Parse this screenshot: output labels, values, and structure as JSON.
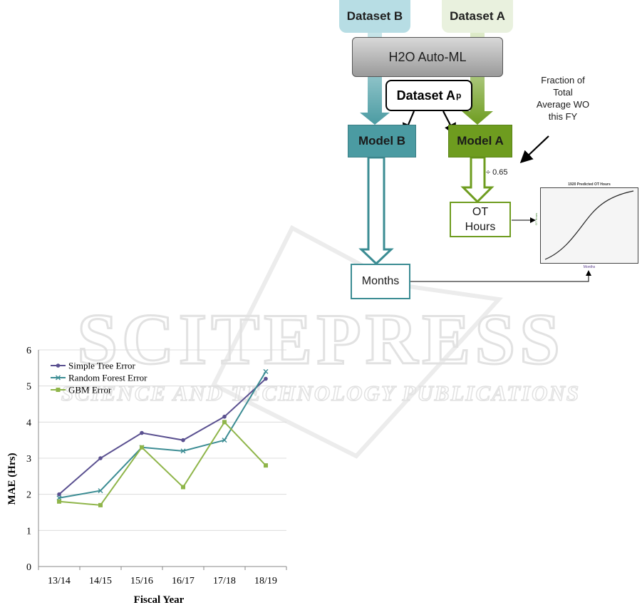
{
  "flow": {
    "dataset_b": "Dataset B",
    "dataset_a": "Dataset A",
    "automl": "H2O Auto-ML",
    "dataset_ap_main": "Dataset A",
    "dataset_ap_sub": "p",
    "model_b": "Model B",
    "model_a": "Model A",
    "fraction_note": "Fraction of Total Average WO this FY",
    "divide_factor": "÷ 0.65",
    "ot_hours": "OT Hours",
    "months": "Months",
    "thumbnail": {
      "title": "1920 Predicted OT Hours",
      "ylabel": "OT Hours",
      "xlabel": "Months"
    }
  },
  "watermark_text": {
    "line1": "SCITEPRESS",
    "line2": "SCIENCE AND TECHNOLOGY PUBLICATIONS"
  },
  "colors": {
    "simple_tree": "#5a5090",
    "random_forest": "#3b8c93",
    "gbm": "#8fb54a"
  },
  "chart_data": {
    "type": "line",
    "categories": [
      "13/14",
      "14/15",
      "15/16",
      "16/17",
      "17/18",
      "18/19"
    ],
    "ylim": [
      0,
      6
    ],
    "yticks": [
      0,
      1,
      2,
      3,
      4,
      5,
      6
    ],
    "xlabel": "Fiscal Year",
    "ylabel": "MAE (Hrs)",
    "legend_position": "top-left",
    "grid": true,
    "series": [
      {
        "name": "Simple Tree Error",
        "values": [
          2.0,
          3.0,
          3.7,
          3.5,
          4.15,
          5.2
        ],
        "marker": "circle"
      },
      {
        "name": "Random Forest Error",
        "values": [
          1.9,
          2.1,
          3.3,
          3.2,
          3.5,
          5.4
        ],
        "marker": "x"
      },
      {
        "name": "GBM Error",
        "values": [
          1.8,
          1.7,
          3.3,
          2.2,
          4.0,
          2.8
        ],
        "marker": "square"
      }
    ]
  }
}
